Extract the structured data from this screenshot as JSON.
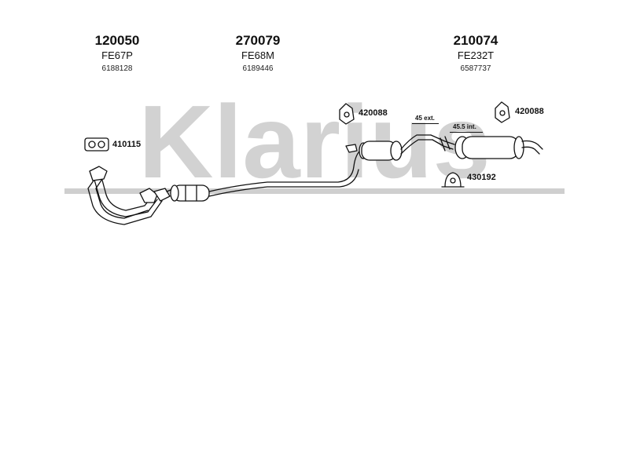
{
  "watermark": {
    "text": "Klarius",
    "color": "#c8c8c8"
  },
  "parts": [
    {
      "number": "120050",
      "code": "FE67P",
      "oem": "6188128"
    },
    {
      "number": "270079",
      "code": "FE68M",
      "oem": "6189446"
    },
    {
      "number": "210074",
      "code": "FE232T",
      "oem": "6587737"
    }
  ],
  "fittings": {
    "mount_front": "410115",
    "mount_mid": "420088",
    "mount_rear": "420088",
    "clamp": "430192"
  },
  "dimensions": {
    "ext": "45 ext.",
    "int": "45.5 int."
  }
}
